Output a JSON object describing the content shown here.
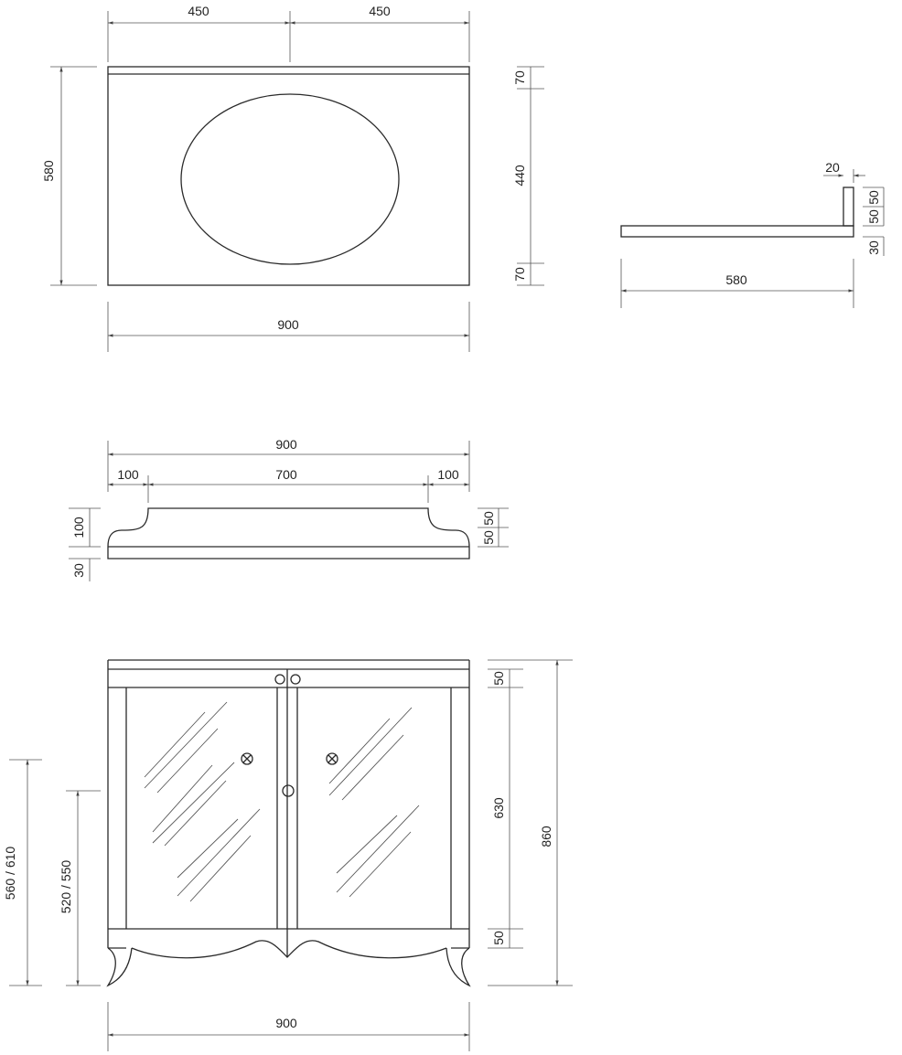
{
  "countertop_top_view": {
    "width_halves": [
      "450",
      "450"
    ],
    "depth": "580",
    "vertical_segments": [
      "70",
      "440",
      "70"
    ],
    "total_width": "900"
  },
  "countertop_side_view": {
    "backsplash_thickness": "20",
    "vertical_segments": [
      "50",
      "50",
      "30"
    ],
    "depth": "580"
  },
  "plinth_view": {
    "total_width": "900",
    "segments": [
      "100",
      "700",
      "100"
    ],
    "left_heights": [
      "100",
      "30"
    ],
    "right_heights": [
      "50",
      "50"
    ]
  },
  "cabinet_front_view": {
    "right_segments": [
      "50",
      "630",
      "50"
    ],
    "total_height": "860",
    "left_heights": [
      "560 / 610",
      "520 / 550"
    ],
    "total_width": "900"
  }
}
